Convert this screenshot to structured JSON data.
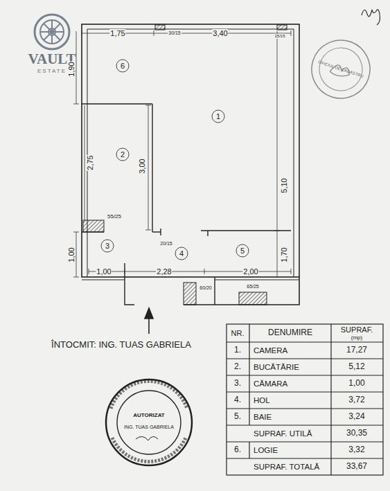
{
  "diagram": {
    "labels": [
      "VAULT",
      "ESTATE",
      "1,75",
      "30/15",
      "3,40",
      "15/15",
      "1,90",
      "2,75",
      "3,00",
      "5,10",
      "55/25",
      "1,00",
      "20/15",
      "1,00",
      "2,28",
      "2,00",
      "1,70",
      "60/20",
      "65/25",
      "6",
      "2",
      "1",
      "3",
      "4",
      "5",
      "ÎNTOCMIT: ING. TUAS GABRIELA",
      "OFICIUL DE CADASTRU",
      "AUTORIZAT",
      "ING. TUAS GABRIELA",
      "NR.",
      "DENUMIRE",
      "SUPRAF.",
      "(mp)",
      "1.",
      "CAMERA",
      "17,27",
      "2.",
      "BUCĂTĂRIE",
      "5,12",
      "3.",
      "CĂMARA",
      "1,00",
      "4.",
      "HOL",
      "3,72",
      "5.",
      "BAIE",
      "3,24",
      "SUPRAF. UTILĂ",
      "30,35",
      "6.",
      "LOGIE",
      "3,32",
      "SUPRAF. TOTALĂ",
      "33,67"
    ]
  }
}
